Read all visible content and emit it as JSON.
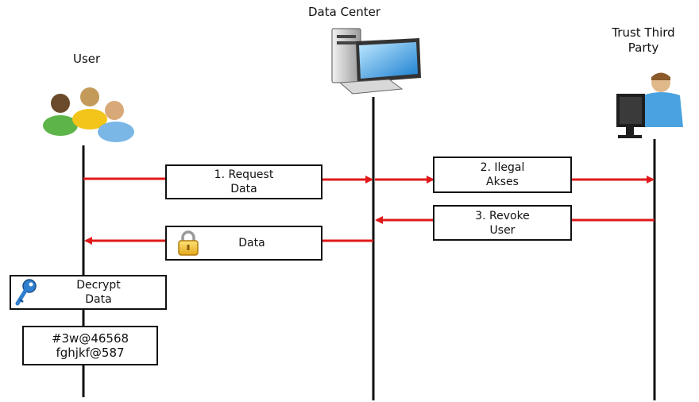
{
  "actors": {
    "user": {
      "label": "User"
    },
    "data_center": {
      "label": "Data Center"
    },
    "trust_third_party": {
      "label_line1": "Trust Third",
      "label_line2": "Party"
    }
  },
  "messages": {
    "request": {
      "line1": "1. Request",
      "line2": "Data"
    },
    "ilegal": {
      "line1": "2. Ilegal",
      "line2": "Akses"
    },
    "revoke": {
      "line1": "3. Revoke",
      "line2": "User"
    },
    "data": {
      "label": "Data"
    },
    "decrypt": {
      "line1": "Decrypt",
      "line2": "Data"
    },
    "cipher": {
      "line1": "#3w@46568",
      "line2": "fghjkf@587"
    }
  },
  "colors": {
    "arrow": "#e0191b",
    "lifeline": "#111111",
    "box_border": "#111111"
  },
  "icons": [
    "users-group-icon",
    "server-computer-icon",
    "person-at-computer-icon",
    "lock-icon",
    "key-icon"
  ]
}
